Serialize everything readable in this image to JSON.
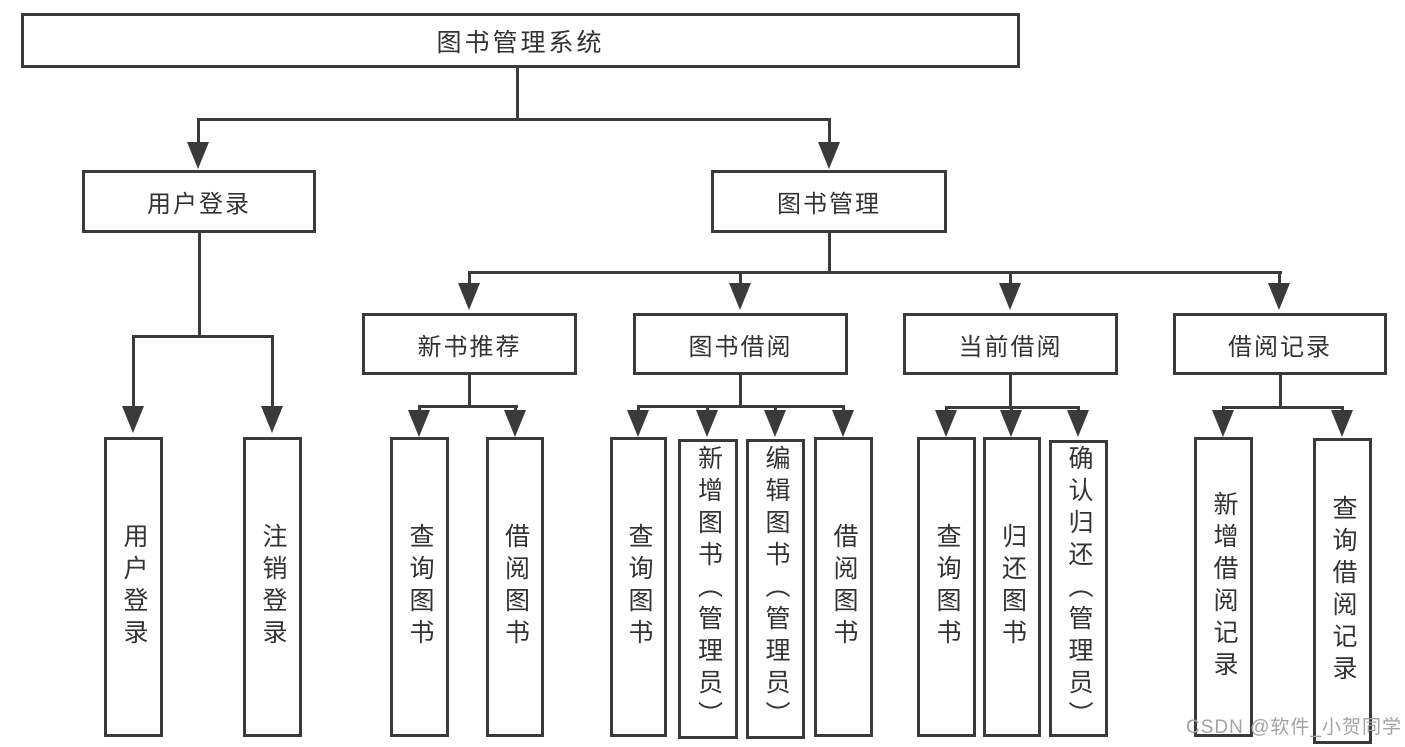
{
  "tree": {
    "label": "图书管理系统",
    "children": [
      {
        "label": "用户登录",
        "children": [
          {
            "label": "用户登录"
          },
          {
            "label": "注销登录"
          }
        ]
      },
      {
        "label": "图书管理",
        "children": [
          {
            "label": "新书推荐",
            "children": [
              {
                "label": "查询图书"
              },
              {
                "label": "借阅图书"
              }
            ]
          },
          {
            "label": "图书借阅",
            "children": [
              {
                "label": "查询图书"
              },
              {
                "label": "新增图书（管理员）"
              },
              {
                "label": "编辑图书（管理员）"
              },
              {
                "label": "借阅图书"
              }
            ]
          },
          {
            "label": "当前借阅",
            "children": [
              {
                "label": "查询图书"
              },
              {
                "label": "归还图书"
              },
              {
                "label": "确认归还（管理员）"
              }
            ]
          },
          {
            "label": "借阅记录",
            "children": [
              {
                "label": "新增借阅记录"
              },
              {
                "label": "查询借阅记录"
              }
            ]
          }
        ]
      }
    ]
  },
  "watermark": {
    "text": "CSDN @软件_小贺同学"
  },
  "colors": {
    "line": "#3a3a3a",
    "text": "#333333",
    "watermark": "#a3a3a3",
    "background": "#ffffff"
  }
}
